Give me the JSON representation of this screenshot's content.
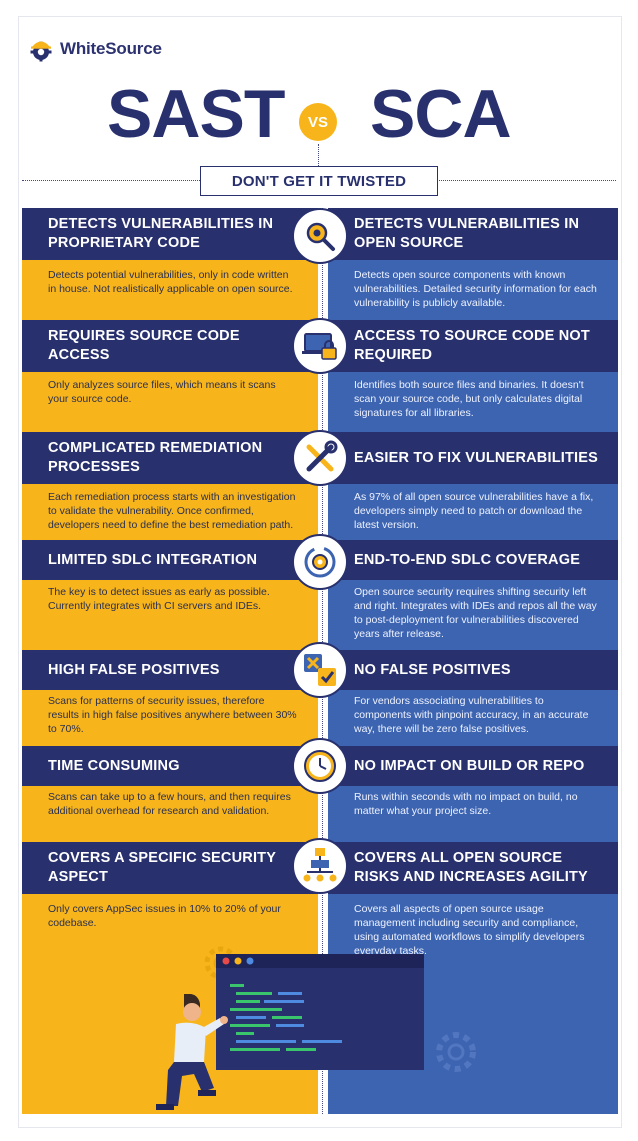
{
  "logo": {
    "text": "WhiteSource"
  },
  "title": {
    "left": "SAST",
    "vs": "VS",
    "right": "SCA"
  },
  "subtitle": "DON'T GET IT TWISTED",
  "colors": {
    "navy": "#28306e",
    "yellow": "#f7b51b",
    "blue": "#3d64b1"
  },
  "rows": [
    {
      "sast_title": "DETECTS VULNERABILITIES IN PROPRIETARY CODE",
      "sast_desc": "Detects potential vulnerabilities, only in code written in house. Not realistically applicable on open source.",
      "sca_title": "DETECTS VULNERABILITIES IN OPEN SOURCE",
      "sca_desc": "Detects open source components with known vulnerabilities. Detailed security information for each vulnerability is publicly available.",
      "icon": "magnifier-gear-icon"
    },
    {
      "sast_title": "REQUIRES SOURCE CODE ACCESS",
      "sast_desc": "Only analyzes source files, which means it scans your source code.",
      "sca_title": "ACCESS TO SOURCE CODE NOT REQUIRED",
      "sca_desc": "Identifies both source files and binaries. It doesn't scan your source code, but only calculates digital signatures for all libraries.",
      "icon": "laptop-lock-icon"
    },
    {
      "sast_title": "COMPLICATED REMEDIATION PROCESSES",
      "sast_desc": "Each remediation process starts with an investigation to validate the vulnerability. Once confirmed, developers need to define the best remediation path.",
      "sca_title": "EASIER TO FIX VULNERABILITIES",
      "sca_desc": "As 97% of all open source vulnerabilities have a fix, developers simply need to patch or download the latest version.",
      "icon": "wrench-screwdriver-icon"
    },
    {
      "sast_title": "LIMITED SDLC INTEGRATION",
      "sast_desc": "The key is to detect issues as early as possible. Currently integrates with CI servers and IDEs.",
      "sca_title": "END-TO-END SDLC COVERAGE",
      "sca_desc": "Open source security requires shifting security left and right. Integrates with IDEs and repos all the way to post-deployment for vulnerabilities discovered years after release.",
      "icon": "cycle-gear-icon"
    },
    {
      "sast_title": "HIGH FALSE POSITIVES",
      "sast_desc": "Scans for patterns of security issues, therefore results in high false positives anywhere between 30% to 70%.",
      "sca_title": "NO FALSE POSITIVES",
      "sca_desc": "For vendors associating vulnerabilities to components with pinpoint accuracy, in an accurate way, there will be zero false positives.",
      "icon": "x-check-icon"
    },
    {
      "sast_title": "TIME CONSUMING",
      "sast_desc": "Scans can take up to a few hours, and then requires additional overhead for research and validation.",
      "sca_title": "NO IMPACT ON BUILD OR REPO",
      "sca_desc": "Runs within seconds with no impact on build, no matter what your project size.",
      "icon": "clock-icon"
    },
    {
      "sast_title": "COVERS A SPECIFIC SECURITY ASPECT",
      "sast_desc": "Only covers AppSec issues in 10% to 20% of your codebase.",
      "sca_title": "COVERS ALL OPEN SOURCE RISKS AND INCREASES AGILITY",
      "sca_desc": "Covers all aspects of open source usage management including security and compliance, using automated workflows to simplify developers everyday tasks.",
      "icon": "flowchart-icon"
    }
  ]
}
